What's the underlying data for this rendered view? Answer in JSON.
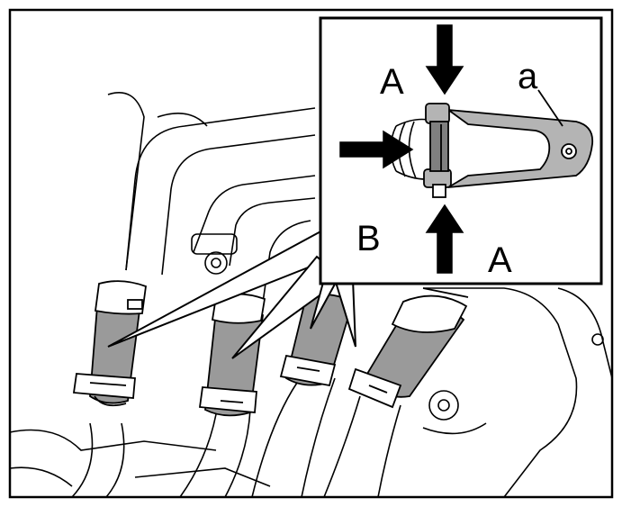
{
  "labels": {
    "a": "a",
    "A_top": "A",
    "A_bottom": "A",
    "B": "B"
  },
  "colors": {
    "line": "#000000",
    "paper": "#ffffff",
    "hose_fill": "#9a9a9a",
    "tool_fill": "#b4b4b4"
  }
}
